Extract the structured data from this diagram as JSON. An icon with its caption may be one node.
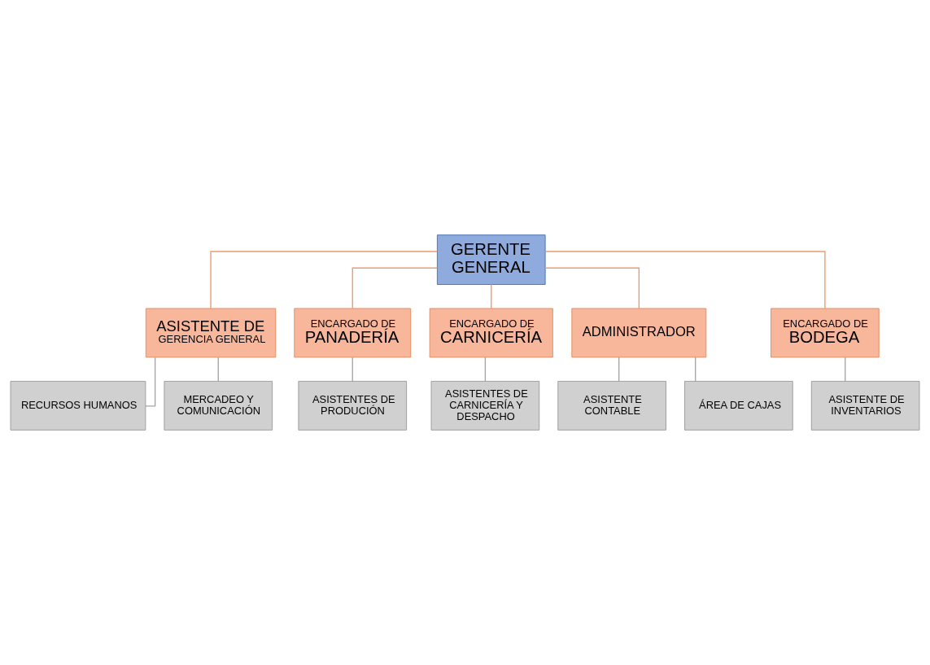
{
  "diagram": {
    "nodes": [
      {
        "text": [
          "GERENTE GENERAL"
        ]
      },
      {
        "text": [
          "ASISTENTE DE",
          "GERENCIA GENERAL"
        ]
      },
      {
        "text": [
          "RECURSOS HUMANOS"
        ]
      },
      {
        "text": [
          "MERCADEO Y COMUNICACIÓN"
        ]
      },
      {
        "text": [
          "ENCARGADO DE",
          "PANADERÍA"
        ]
      },
      {
        "text": [
          "ENCARGADO DE",
          "CARNICERÍA"
        ]
      },
      {
        "text": [
          "ADMINISTRADOR"
        ]
      },
      {
        "text": [
          "ENCARGADO DE",
          "BODEGA"
        ]
      },
      {
        "text": [
          "ASISTENTES DE PRODUCIÓN"
        ]
      },
      {
        "text": [
          "ASISTENTES DE CARNICERÍA Y DESPACHO"
        ]
      },
      {
        "text": [
          "ASISTENTE CONTABLE"
        ]
      },
      {
        "text": [
          "ÁREA DE CAJAS"
        ]
      },
      {
        "text": [
          "ASISTENTE DE INVENTARIOS"
        ]
      }
    ],
    "edges": [
      {
        "from": 0,
        "to": 1,
        "arrow": "none",
        "color": "#ed9b6e"
      },
      {
        "from": 1,
        "to": 2,
        "arrow": "none"
      },
      {
        "from": 1,
        "to": 3,
        "arrow": "none"
      },
      {
        "from": 0,
        "to": 4,
        "arrow": "none",
        "color": "#ed9b6e"
      },
      {
        "from": 0,
        "to": 5,
        "arrow": "none",
        "color": "#ed9b6e"
      },
      {
        "from": 0,
        "to": 6,
        "arrow": "none",
        "color": "#ed9b6e"
      },
      {
        "from": 0,
        "to": 7,
        "arrow": "none",
        "color": "#ed9b6e"
      },
      {
        "from": 4,
        "to": 8,
        "arrow": "none"
      },
      {
        "from": 5,
        "to": 9,
        "arrow": "none"
      },
      {
        "from": 6,
        "to": 10,
        "arrow": "none"
      },
      {
        "from": 6,
        "to": 11,
        "arrow": "none"
      },
      {
        "from": 7,
        "to": 12,
        "arrow": "none"
      }
    ]
  }
}
